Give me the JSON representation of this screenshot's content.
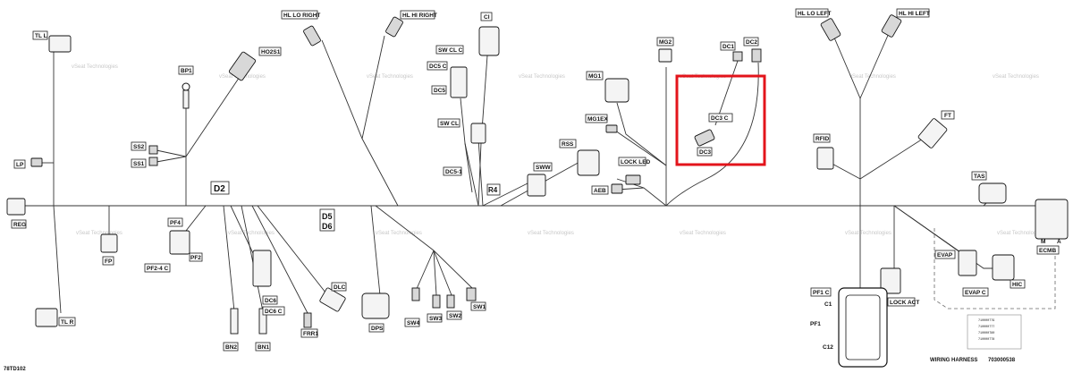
{
  "diagram": {
    "ref_code": "78TD102",
    "harness_label": "WIRING HARNESS",
    "harness_number": "703000538",
    "watermark": "vSeat Technologies",
    "part_numbers": [
      "710000779",
      "710000777",
      "710000780",
      "710000778"
    ],
    "part_number_colors": [
      "#e07a00",
      "#ff9900",
      "#d40000",
      "#1a9e1a"
    ],
    "highlight_color": "#e3141b",
    "labels": {
      "tl_l": "TL L",
      "tl_r": "TL R",
      "lp": "LP",
      "reg": "REG",
      "fp": "FP",
      "ss2": "SS2",
      "ss1": "SS1",
      "bp1": "BP1",
      "ho2s1": "HO2S1",
      "hl_lo_right": "HL LO RIGHT",
      "hl_hi_right": "HL HI RIGHT",
      "ci": "CI",
      "sw_cl_c": "SW CL C",
      "dc5_c": "DC5 C",
      "dc5": "DC5",
      "sw_cl": "SW CL",
      "dc5_1": "DC5-1",
      "r4": "R4",
      "sww": "SWW",
      "mg1": "MG1",
      "mg1ex": "MG1EX",
      "mg2": "MG2",
      "rss": "RSS",
      "lock_led": "LOCK LED",
      "aeb": "AEB",
      "dc1": "DC1",
      "dc2": "DC2",
      "dc3_c": "DC3 C",
      "dc3": "DC3",
      "hl_lo_left": "HL LO LEFT",
      "hl_hi_left": "HL HI LEFT",
      "ft": "FT",
      "rfid": "RFID",
      "tas": "TAS",
      "ecmb": "ECMB",
      "m": "M",
      "a": "A",
      "evap": "EVAP",
      "evap_c": "EVAP C",
      "hic": "HIC",
      "lock_act": "LOCK ACT",
      "pf1_c": "PF1 C",
      "pf1": "PF1",
      "c1": "C1",
      "c12": "C12",
      "pf4": "PF4",
      "pf2_4_c": "PF2-4 C",
      "pf2": "PF2",
      "d2": "D2",
      "d5": "D5",
      "d6": "D6",
      "dc6": "DC6",
      "dc6_c": "DC6 C",
      "bn2": "BN2",
      "bn1": "BN1",
      "frr1": "FRR1",
      "dlc": "DLC",
      "dps": "DPS",
      "sw4": "SW4",
      "sw3": "SW3",
      "sw2": "SW2",
      "sw1": "SW1"
    }
  }
}
